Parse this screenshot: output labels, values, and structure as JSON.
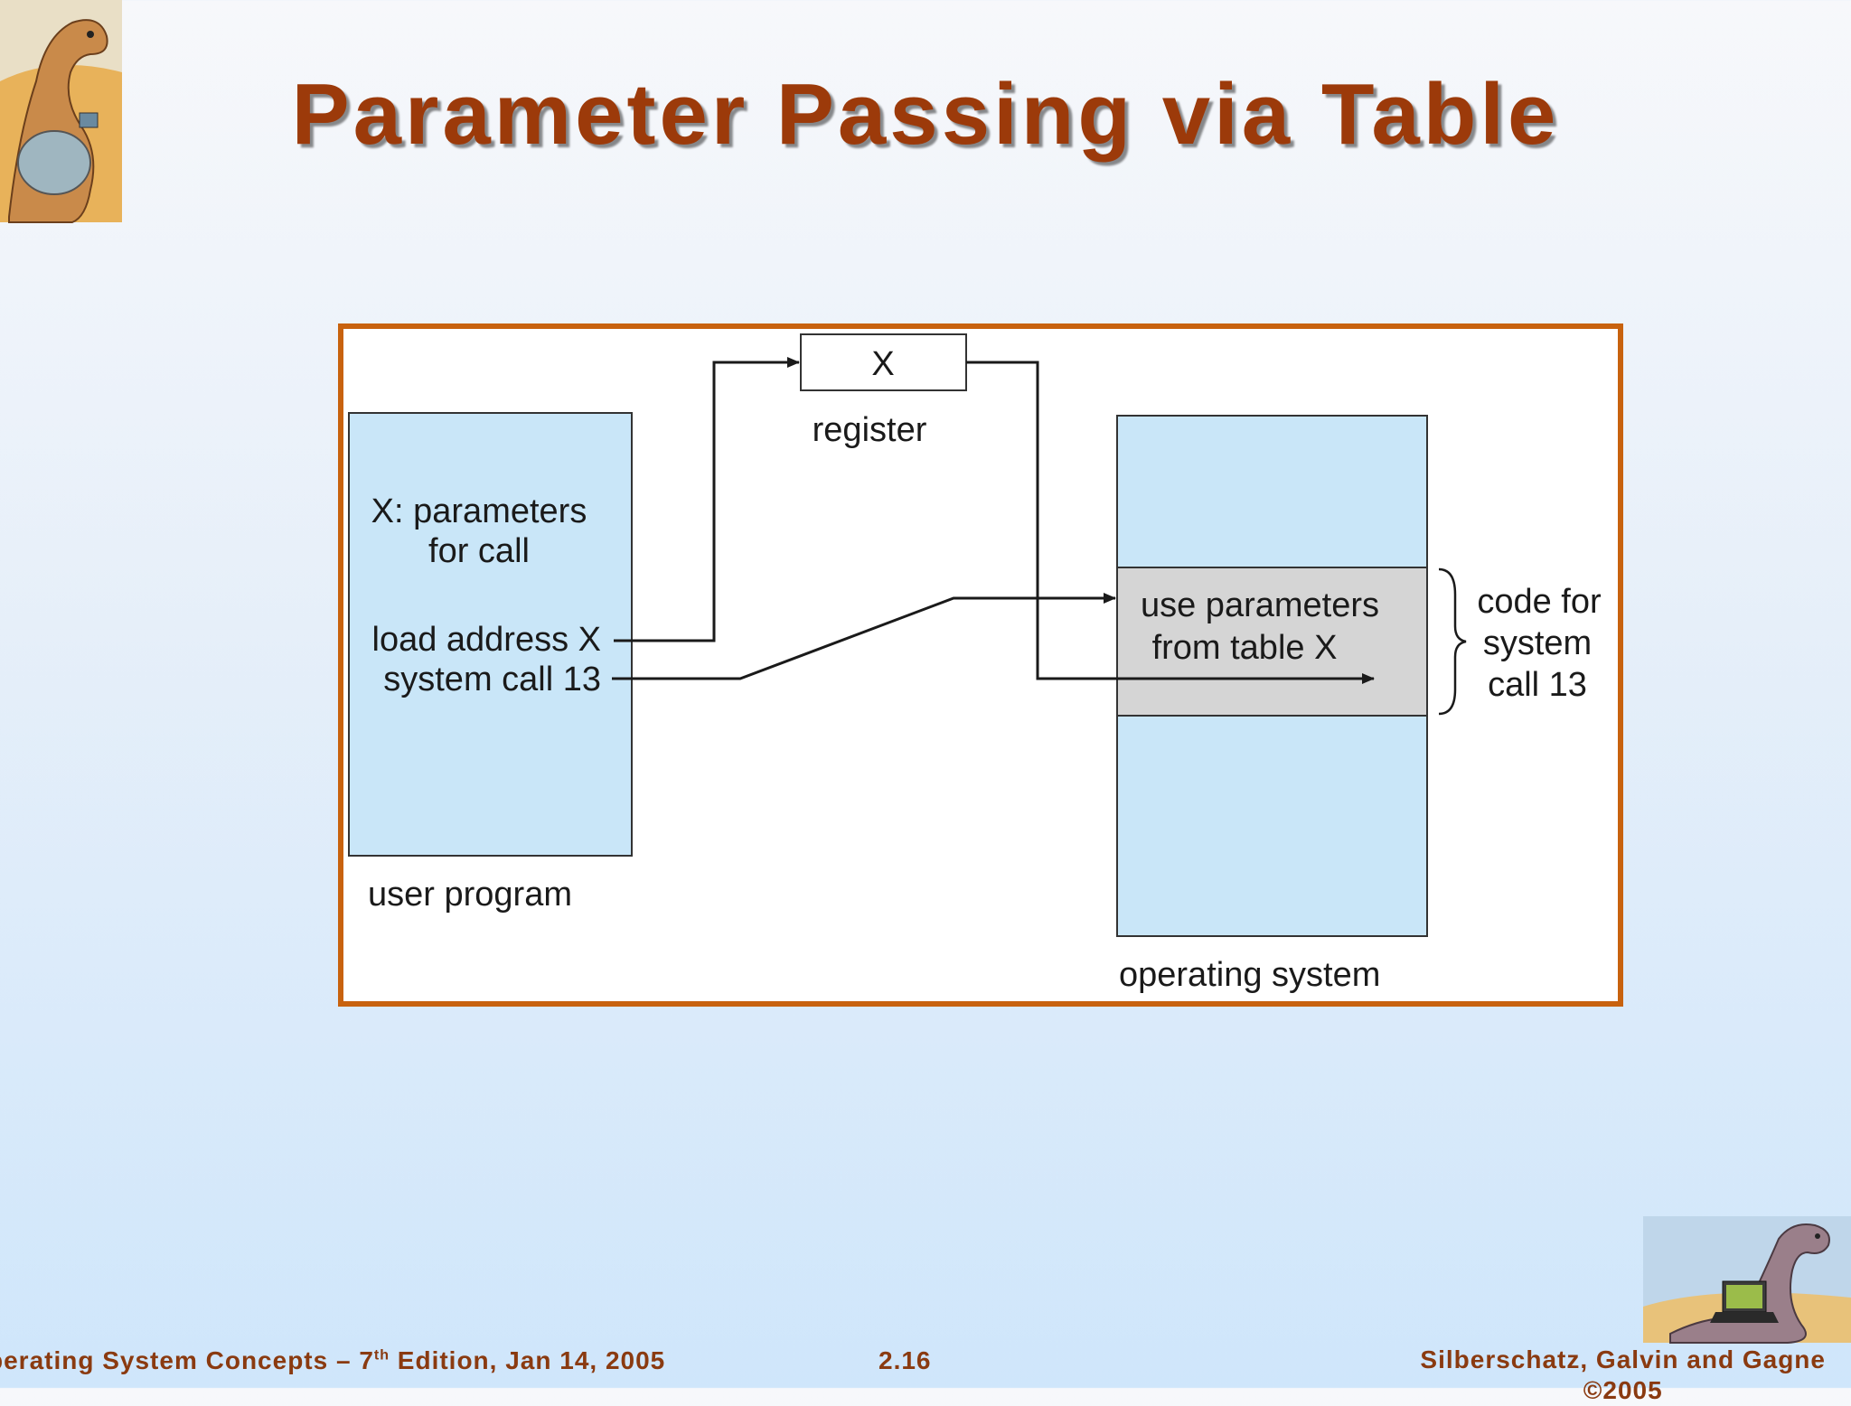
{
  "slide": {
    "title": "Parameter Passing via Table"
  },
  "diagram": {
    "register_value": "X",
    "register_label": "register",
    "user_program": {
      "params_line1": "X: parameters",
      "params_line2": "for call",
      "load_line": "load address X",
      "syscall_line": "system call 13",
      "label": "user program"
    },
    "os": {
      "use_line1": "use parameters",
      "use_line2": "from table X",
      "label": "operating system"
    },
    "brace_label": {
      "line1": "code for",
      "line2": "system",
      "line3": "call 13"
    }
  },
  "footer": {
    "left_prefix": "perating System Concepts – 7",
    "left_sup": "th",
    "left_suffix": " Edition, Jan 14, 2005",
    "page": "2.16",
    "authors": "Silberschatz, Galvin and Gagne",
    "copyright": "©2005"
  },
  "colors": {
    "title": "#9c3a0a",
    "frame": "#c8620e",
    "box_fill": "#c9e6f8",
    "band_fill": "#d5d5d5",
    "footer": "#8a3a10"
  },
  "icons": {
    "top_left": "dinosaur-reading-icon",
    "bottom_right": "dinosaur-laptop-icon"
  }
}
